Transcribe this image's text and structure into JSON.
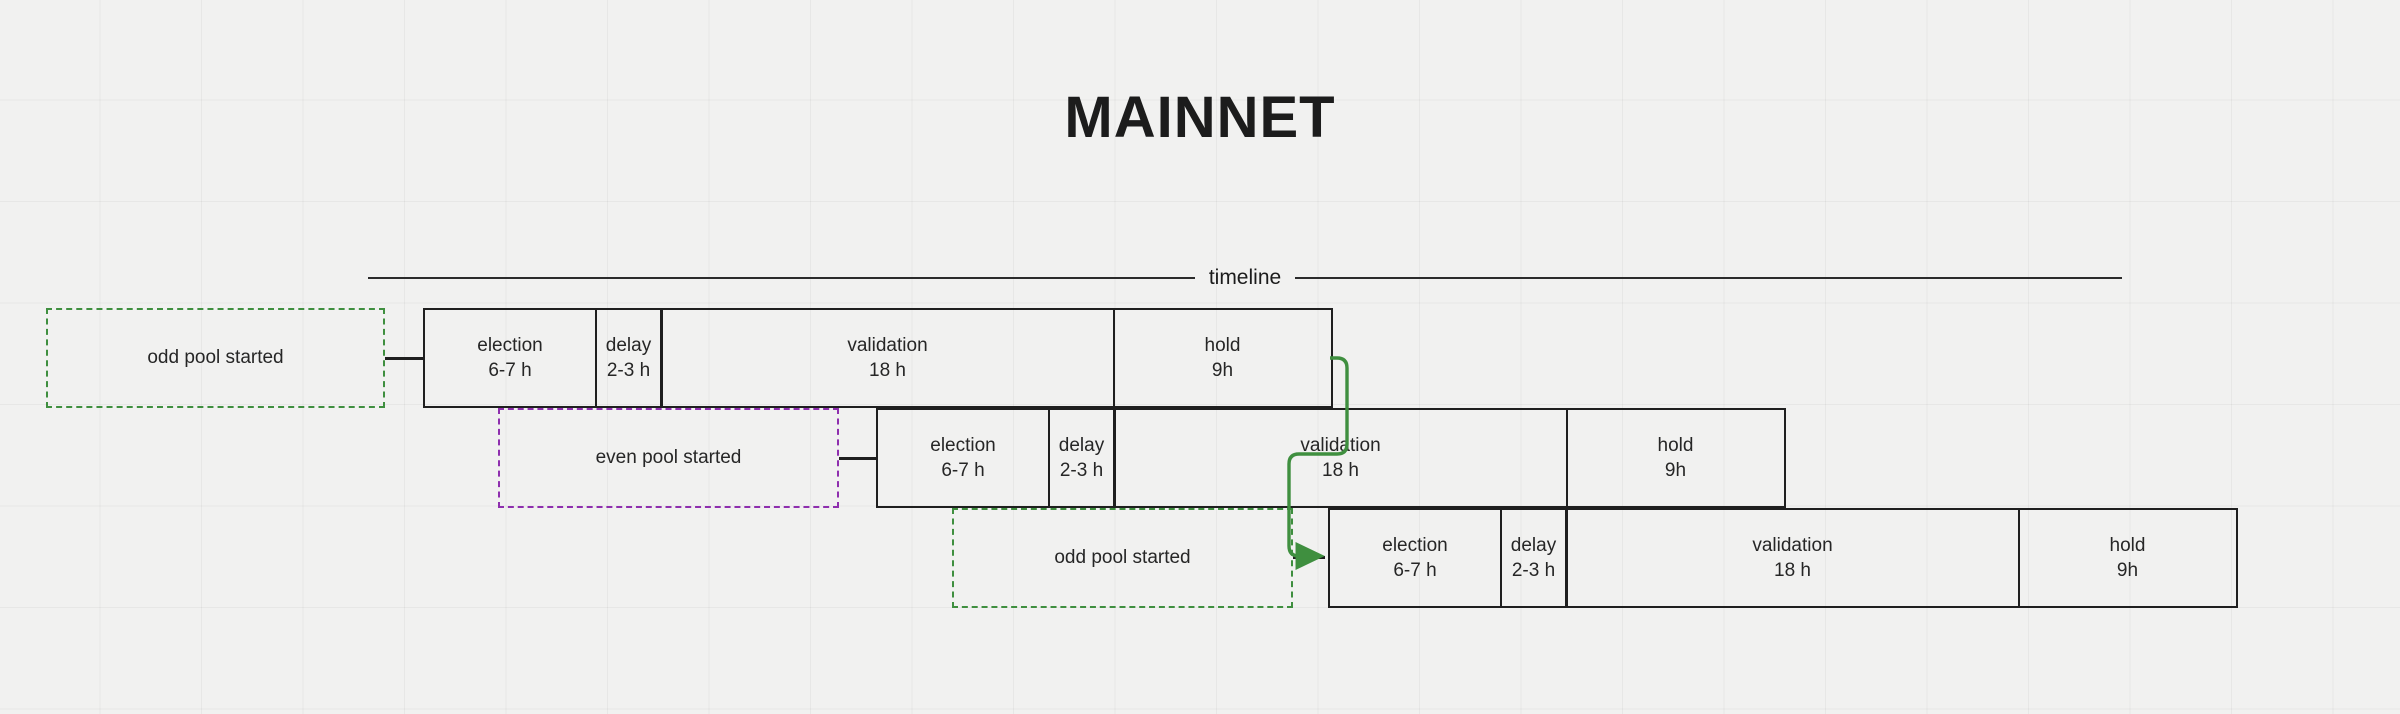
{
  "page": {
    "title": "MAINNET",
    "timeline_label": "timeline",
    "accent_green": "#3f8f3f",
    "accent_purple": "#8e2fae",
    "line_color": "#1f1f1f",
    "background": "#f1f1f0"
  },
  "rows": [
    {
      "id": "cycle-1",
      "phases": [
        {
          "name": "election",
          "duration": "6-7 h"
        },
        {
          "name": "delay",
          "duration": "2-3 h"
        },
        {
          "name": "validation",
          "duration": "18 h"
        },
        {
          "name": "hold",
          "duration": "9h"
        }
      ]
    },
    {
      "id": "cycle-2",
      "phases": [
        {
          "name": "election",
          "duration": "6-7 h"
        },
        {
          "name": "delay",
          "duration": "2-3 h"
        },
        {
          "name": "validation",
          "duration": "18 h"
        },
        {
          "name": "hold",
          "duration": "9h"
        }
      ]
    },
    {
      "id": "cycle-3",
      "phases": [
        {
          "name": "election",
          "duration": "6-7 h"
        },
        {
          "name": "delay",
          "duration": "2-3 h"
        },
        {
          "name": "validation",
          "duration": "18 h"
        },
        {
          "name": "hold",
          "duration": "9h"
        }
      ]
    }
  ],
  "notes": [
    {
      "id": "note-1",
      "label": "odd pool started",
      "color": "green"
    },
    {
      "id": "note-2",
      "label": "even pool started",
      "color": "purple"
    },
    {
      "id": "note-3",
      "label": "odd pool started",
      "color": "green"
    }
  ]
}
